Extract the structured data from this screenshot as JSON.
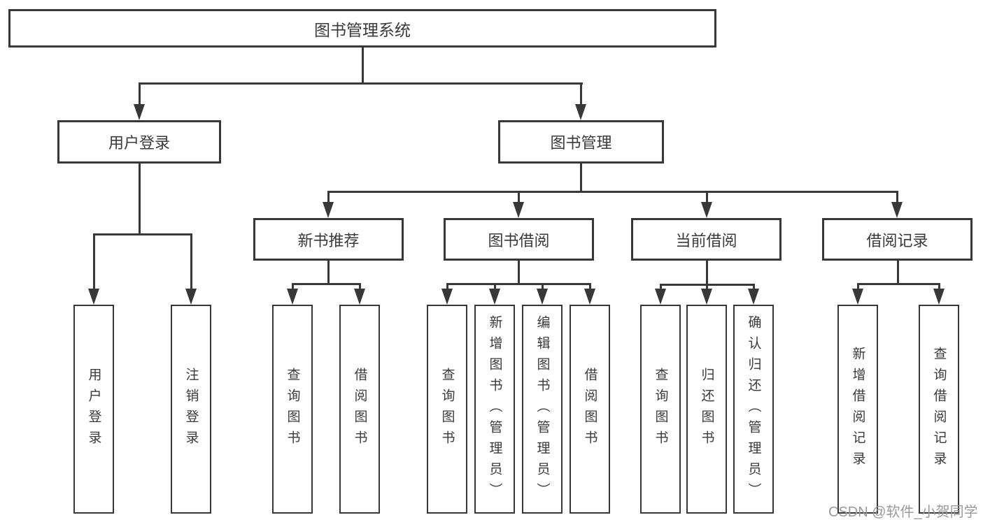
{
  "diagram": {
    "title": "图书管理系统",
    "root": {
      "label": "图书管理系统"
    },
    "level2": [
      {
        "label": "用户登录"
      },
      {
        "label": "图书管理"
      }
    ],
    "level3": [
      {
        "label": "新书推荐"
      },
      {
        "label": "图书借阅"
      },
      {
        "label": "当前借阅"
      },
      {
        "label": "借阅记录"
      }
    ],
    "leaves": {
      "user_login": [
        {
          "label": "用户登录"
        },
        {
          "label": "注销登录"
        }
      ],
      "new_book": [
        {
          "label": "查询图书"
        },
        {
          "label": "借阅图书"
        }
      ],
      "borrow": [
        {
          "label": "查询图书"
        },
        {
          "label": "新增图书（管理员）"
        },
        {
          "label": "编辑图书（管理员）"
        },
        {
          "label": "借阅图书"
        }
      ],
      "current": [
        {
          "label": "查询图书"
        },
        {
          "label": "归还图书"
        },
        {
          "label": "确认归还（管理员）"
        }
      ],
      "records": [
        {
          "label": "新增借阅记录"
        },
        {
          "label": "查询借阅记录"
        }
      ]
    }
  },
  "watermark": "CSDN @软件_小贺同学",
  "colors": {
    "line": "#383838",
    "text": "#3a3a3a",
    "watermark": "#9a9a9a",
    "background": "#ffffff"
  }
}
